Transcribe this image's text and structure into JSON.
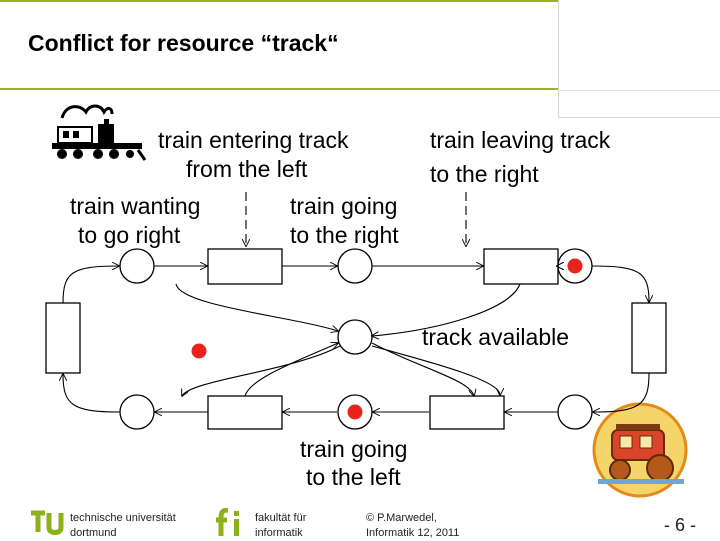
{
  "slide": {
    "title": "Conflict for resource “track“"
  },
  "diagram": {
    "labels": {
      "entering_line1": "train entering track",
      "entering_line2": "from the left",
      "leaving_line1": "train leaving track",
      "leaving_line2": "to the right",
      "wanting_line1": "train wanting",
      "wanting_line2": "to go right",
      "going_right_line1": "train going",
      "going_right_line2": "to the right",
      "track_available": "track available",
      "going_left_line1": "train going",
      "going_left_line2": "to the left"
    },
    "colors": {
      "token": "#e8231b",
      "arc": "#000000",
      "accent": "#9ab41e"
    },
    "icons": [
      "steam-locomotive-icon",
      "stagecoach-icon"
    ]
  },
  "footer": {
    "university_line1": "technische universität",
    "university_line2": "dortmund",
    "faculty_line1": "fakultät für",
    "faculty_line2": "informatik",
    "author_line1": "© P.Marwedel,",
    "author_line2": "Informatik 12,  2011",
    "page_label": "- 6 -"
  }
}
